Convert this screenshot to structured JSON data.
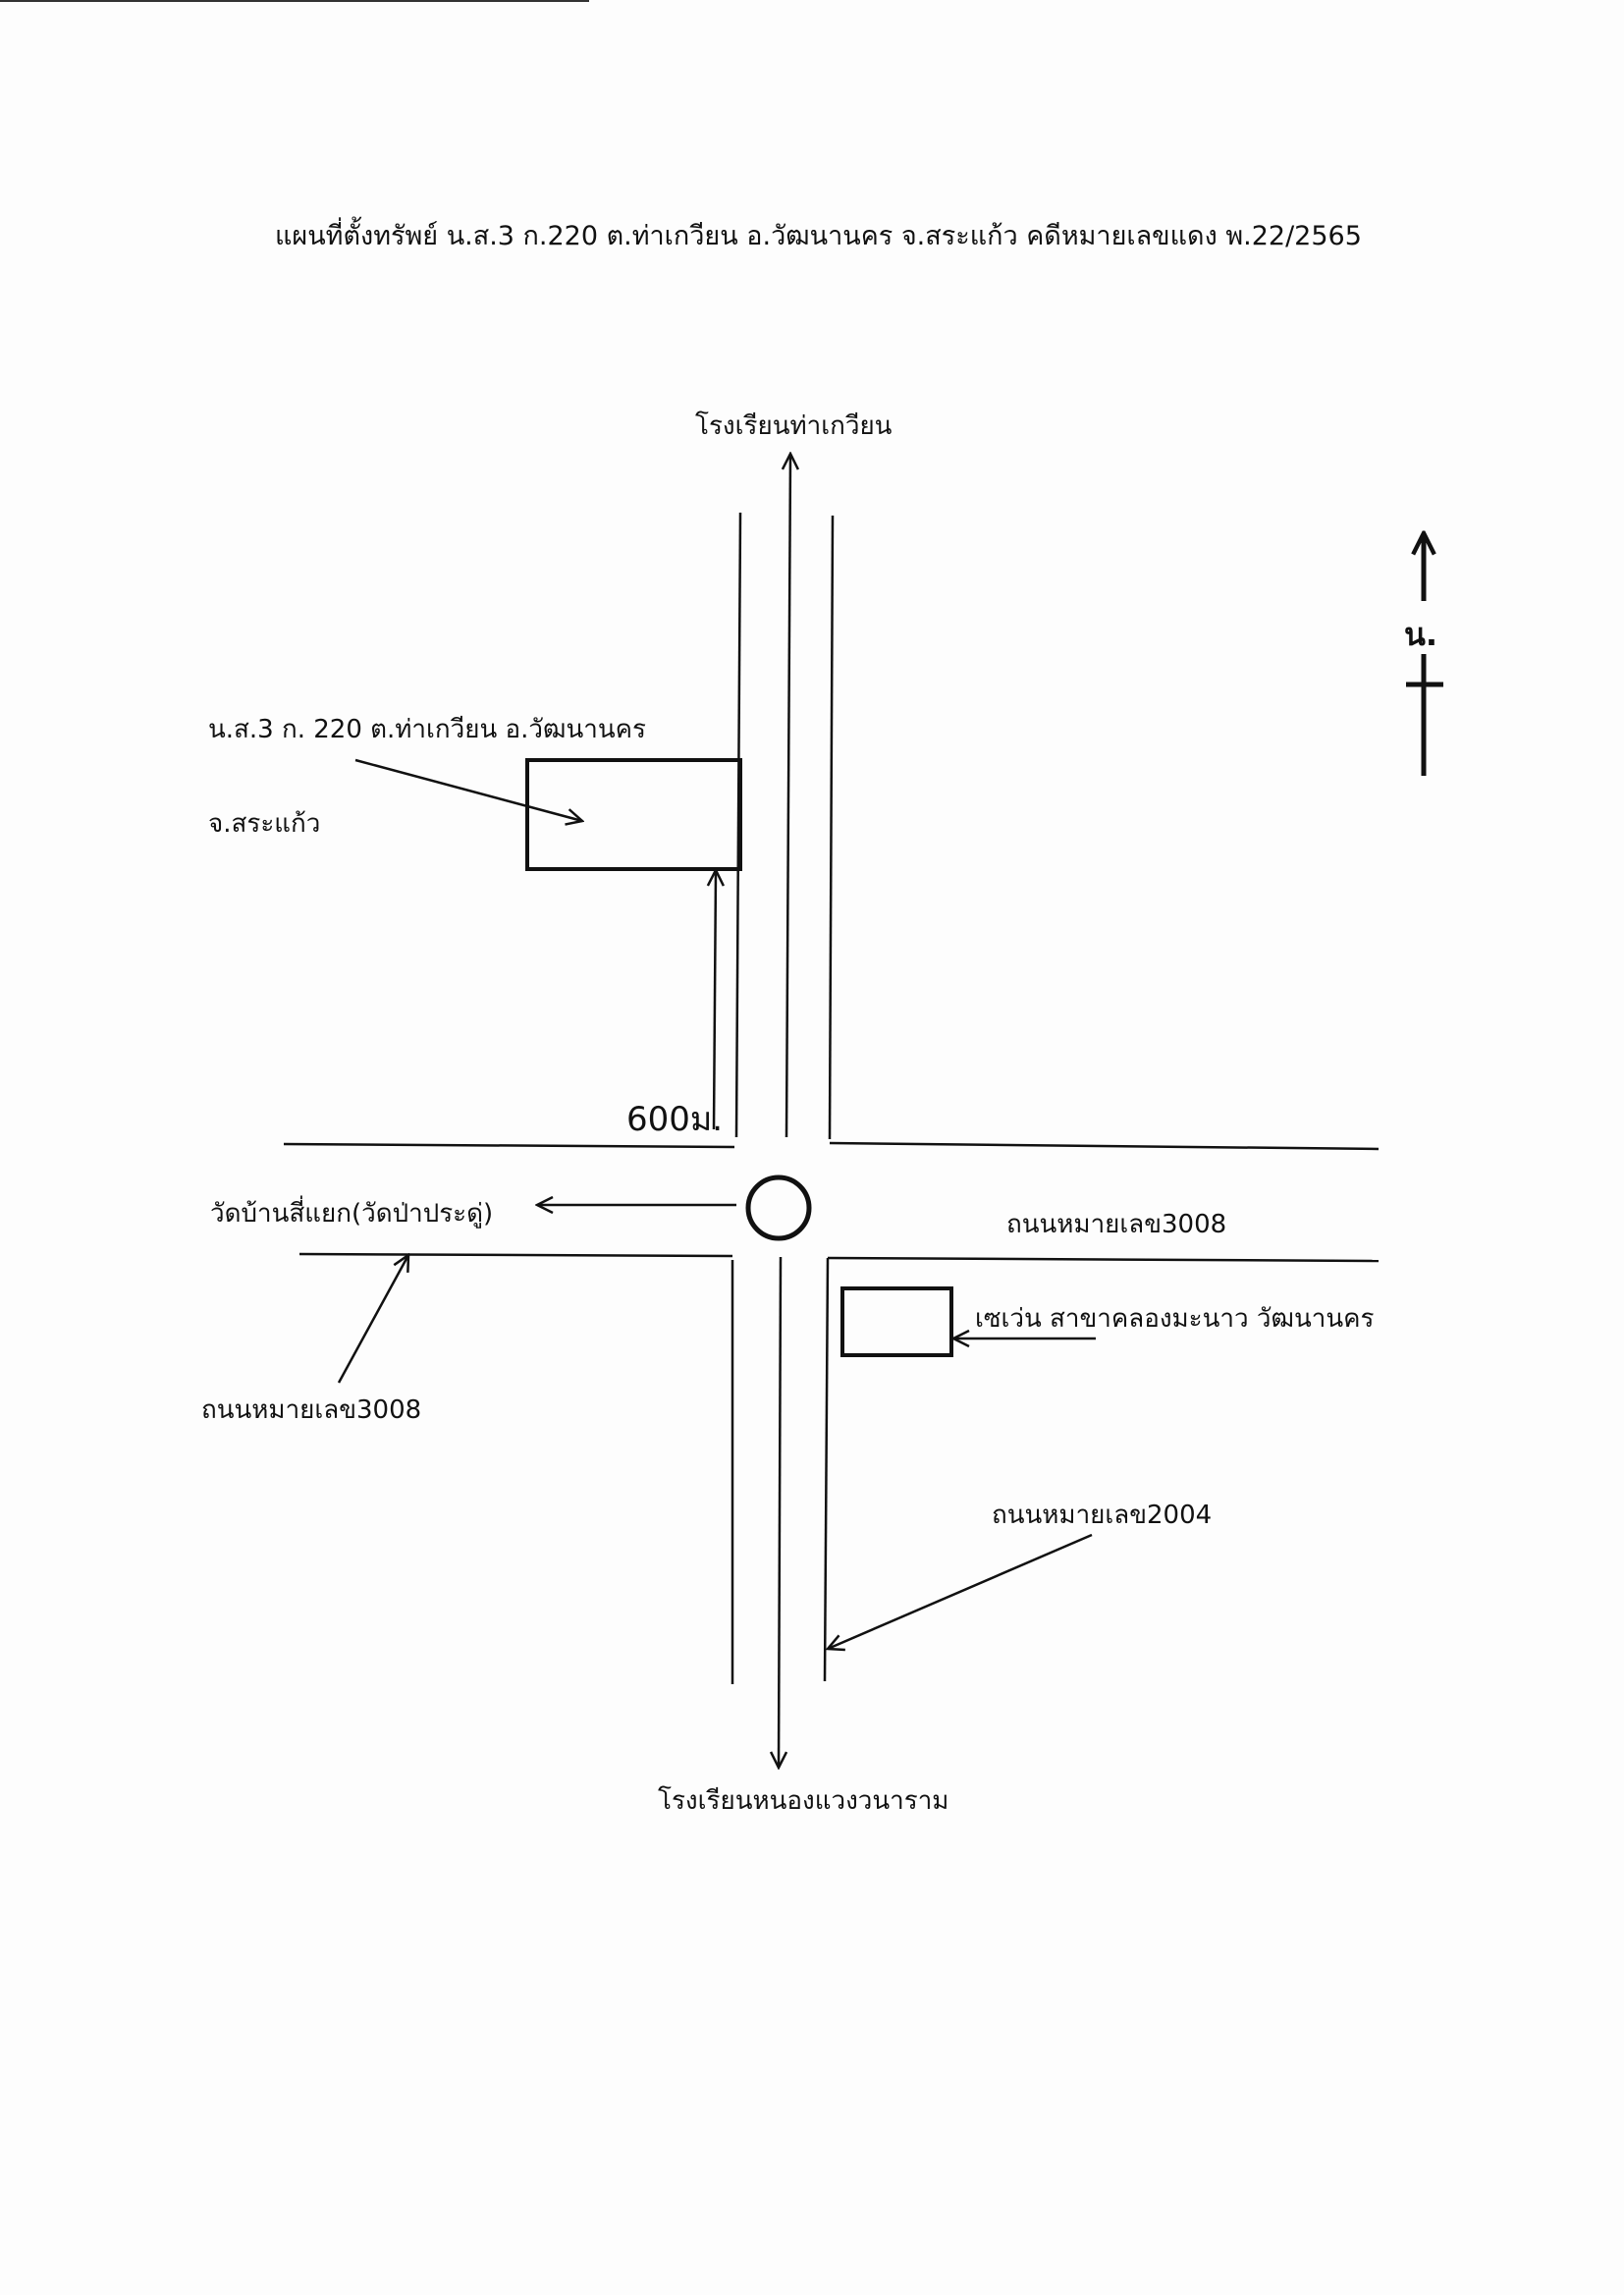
{
  "title": "แผนที่ตั้งทรัพย์ น.ส.3 ก.220 ต.ท่าเกวียน อ.วัฒนานคร จ.สระแก้ว คดีหมายเลขแดง พ.22/2565",
  "labels": {
    "north_destination": "โรงเรียนท่าเกวียน",
    "south_destination": "โรงเรียนหนองแวงวนาราม",
    "parcel_line1": "น.ส.3 ก. 220 ต.ท่าเกวียน อ.วัฒนานคร",
    "parcel_line2": "จ.สระแก้ว",
    "distance": "600ม.",
    "west_destination": "วัดบ้านสี่แยก(วัดป่าประดู่)",
    "road_east": "ถนนหมายเลข3008",
    "road_west": "ถนนหมายเลข3008",
    "store": "เซเว่น สาขาคลองมะนาว วัฒนานคร",
    "road_south": "ถนนหมายเลข2004",
    "north_mark": "น."
  }
}
